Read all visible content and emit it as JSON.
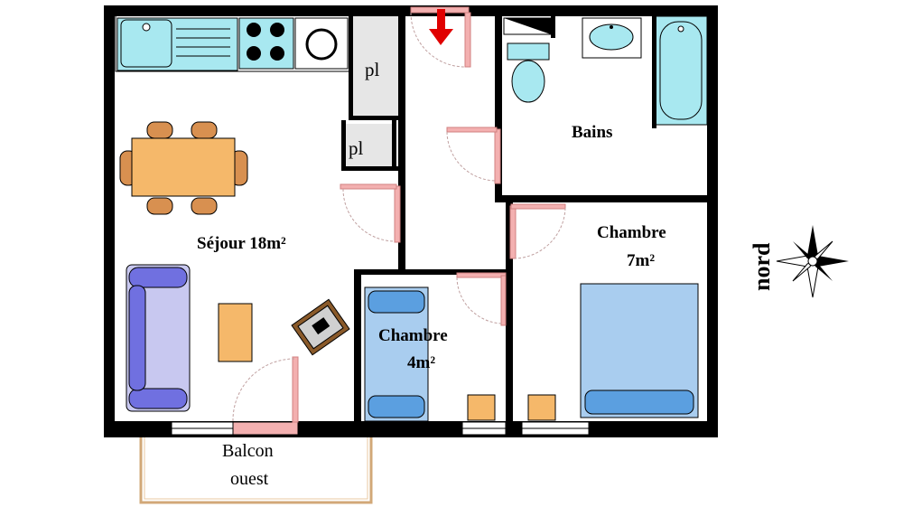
{
  "rooms": {
    "sejour": "Séjour 18m²",
    "bains": "Bains",
    "chambre_small_name": "Chambre",
    "chambre_small_area": "4m²",
    "chambre_large_name": "Chambre",
    "chambre_large_area": "7m²",
    "placard_1": "pl",
    "placard_2": "pl",
    "balcon_name": "Balcon",
    "balcon_orient": "ouest"
  },
  "compass": {
    "label": "nord"
  },
  "colors": {
    "wall": "#000000",
    "fixture_blue": "#a8e8f0",
    "bed_blue": "#a9cdef",
    "pillow_blue": "#5b9fe0",
    "sofa_purple": "#7070e0",
    "sofa_fill": "#c8c8f0",
    "furniture_orange": "#f5b86a",
    "table_brown": "#d89050",
    "door_pink": "#f3b0b0",
    "balcony_tan": "#d2b48c",
    "entry_arrow": "#e00000",
    "placard_grey": "#e6e6e6"
  }
}
